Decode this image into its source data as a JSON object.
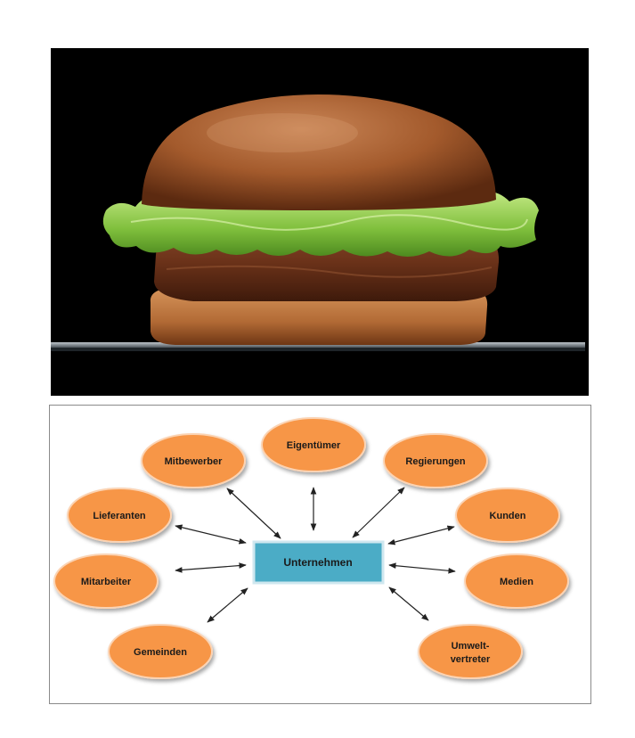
{
  "colors": {
    "node_fill": "#F79646",
    "center_fill": "#4BACC6",
    "arrow": "#222222",
    "photo_background": "#000000"
  },
  "center": {
    "label": "Unternehmen"
  },
  "stakeholders": [
    {
      "id": "eigentuemer",
      "lines": [
        "Eigentümer"
      ]
    },
    {
      "id": "mitbewerber",
      "lines": [
        "Mitbewerber"
      ]
    },
    {
      "id": "regierungen",
      "lines": [
        "Regierungen"
      ]
    },
    {
      "id": "lieferanten",
      "lines": [
        "Lieferanten"
      ]
    },
    {
      "id": "kunden",
      "lines": [
        "Kunden"
      ]
    },
    {
      "id": "mitarbeiter",
      "lines": [
        "Mitarbeiter"
      ]
    },
    {
      "id": "medien",
      "lines": [
        "Medien"
      ]
    },
    {
      "id": "gemeinden",
      "lines": [
        "Gemeinden"
      ]
    },
    {
      "id": "umweltvertreter",
      "lines": [
        "Umwelt-",
        "vertreter"
      ]
    }
  ]
}
